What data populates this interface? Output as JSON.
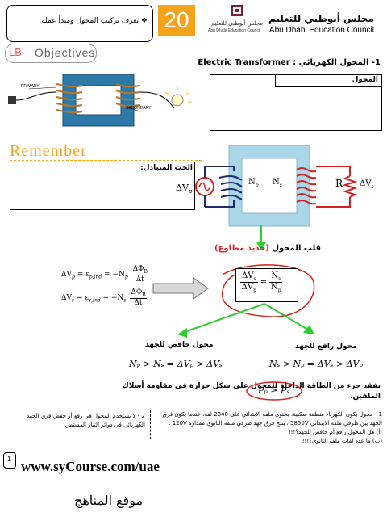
{
  "header": {
    "objective": "❖ تعرف تركيب المحول ومبدأ عمله.",
    "lesson_number": "20",
    "council_ar": "مجلس أبوظبي للتعليم",
    "council_en": "Abu Dhabi Education Council",
    "logo_text_ar": "مجلس أبوظبي للتعليم",
    "logo_text_en": "Abu Dhabi Education Council"
  },
  "objectives": {
    "label_lb": "LB",
    "label": "Objectives"
  },
  "section1": {
    "title": "1- المحول الكهربائي : Electric Transformer"
  },
  "definition": {
    "label": "المحول"
  },
  "diagram": {
    "primary": "PRIMARY",
    "secondary": "SECONDARY"
  },
  "remember": {
    "title": "Remember",
    "mutual_induction": "الحث المتبادل:"
  },
  "circuit": {
    "dvp": "ΔV",
    "dvp_sub": "p",
    "np": "N",
    "np_sub": "p",
    "ns": "N",
    "ns_sub": "s",
    "r": "R",
    "dvs": "ΔV",
    "dvs_sub": "s"
  },
  "core": {
    "label": "قلب المحول",
    "detail": "(حديد مطاوع)"
  },
  "equations": {
    "eq1_left": "ΔV",
    "eq1_left_sub": "p",
    "eq1_mid": "= ε",
    "eq1_mid_sub": "p,ind",
    "eq1_rhs": "= −N",
    "eq1_rhs_sub": "p",
    "eq1_num": "ΔΦ",
    "eq1_num_sub": "B",
    "eq1_den": "Δt",
    "eq2_left": "ΔV",
    "eq2_left_sub": "s",
    "eq2_mid": "= ε",
    "eq2_mid_sub": "s,ind",
    "eq2_rhs": "= −N",
    "eq2_rhs_sub": "s",
    "eq2_num": "ΔΦ",
    "eq2_num_sub": "B",
    "eq2_den": "Δt",
    "ratio_lnum": "ΔV",
    "ratio_lnum_sub": "s",
    "ratio_lden": "ΔV",
    "ratio_lden_sub": "p",
    "ratio_rnum": "N",
    "ratio_rnum_sub": "s",
    "ratio_rden": "N",
    "ratio_rden_sub": "p"
  },
  "step_down": {
    "label": "محول خافض للجهد",
    "formula": "Nₚ > Nₛ ⇒ ΔVₚ > ΔVₛ"
  },
  "step_up": {
    "label": "محول رافع للجهد",
    "formula": "Nₛ > Nₚ ⇒ ΔVₛ > ΔVₚ"
  },
  "loss": {
    "text": "يفقد جزء من الطاقة الداخلة للمحول على شكل حرارة في مقاومة أسلاك الملفين.",
    "formula": "Pₚ ≥ Pₛ"
  },
  "question1": {
    "text": "1 - محول يكون الكهرباء منطقة سكنية، يحتوي ملفه الابتدائي على 2340 لفة، عندما يكون فرق الجهد بين طرفي ملفه الابتدائي 5850V ، ينتج فرق جهد طرفي ملفه الثانوي مقداره 120V .",
    "part_a": "(أ) هل المحول رافع أم خافض للجهد؟!!!",
    "part_b": "(ب) ما عدد لفات ملفه الثانوي؟!!!"
  },
  "question2": {
    "text": "2 - لا يستخدم المحول في رفع أو خفض فرق الجهد الكهربائي في دوائر التيار المستمر."
  },
  "footer": {
    "page_number": "1",
    "url": "www.syCourse.com/uae",
    "site_name": "موقع المناهج"
  },
  "colors": {
    "orange": "#f7a21b",
    "core_blue": "#a9d6e9",
    "red": "#d42020",
    "green": "#2fcc2f",
    "navy": "#1f2a66"
  }
}
